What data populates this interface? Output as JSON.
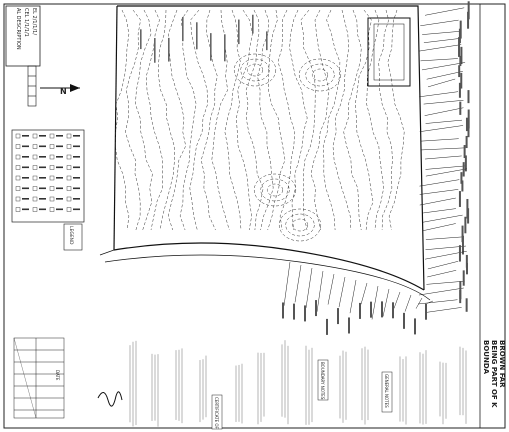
{
  "title_block": {
    "heading_fragment": "BOUNDA",
    "line_2": "BEING PART OF K",
    "line_3": "BROWN FAR"
  },
  "legal_description_box": {
    "label": "AL DESCRIPTION",
    "lines": [
      "CEL 1/1/1/1",
      "EL 2/1/1/1/"
    ]
  },
  "north_arrow": {
    "letter": "N"
  },
  "legend": {
    "label": "LEGEND"
  },
  "notes": {
    "boundary_notes_heading": "BOUNDARY NOTES",
    "certificate_heading": "CERTIFICATE OF",
    "general_notes_heading": "GENERAL NOTES",
    "date_label": "DATE"
  },
  "colors": {
    "ink": "#1a1a1a",
    "paper": "#ffffff"
  }
}
